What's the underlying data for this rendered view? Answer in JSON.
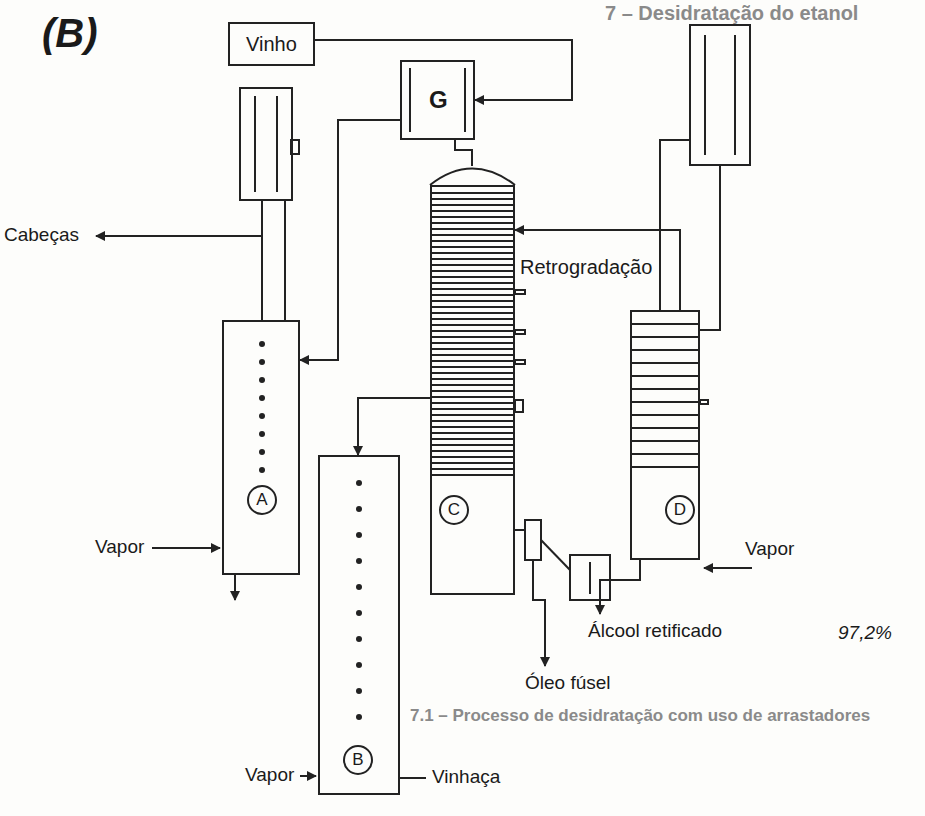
{
  "diagram": {
    "nodes": [
      {
        "text": [
          "Vinho"
        ]
      },
      {
        "text": [
          "G"
        ]
      },
      {
        "text": [
          "A"
        ]
      },
      {
        "text": [
          "C"
        ]
      },
      {
        "text": [
          "B"
        ]
      },
      {
        "text": [
          "D"
        ]
      }
    ],
    "edges": [
      {
        "from": 0,
        "to": 1,
        "arrow": "to"
      },
      {
        "from": 1,
        "to": 2,
        "arrow": "to"
      },
      {
        "from": 3,
        "to": 4,
        "arrow": "to"
      },
      {
        "from": 5,
        "to": 3,
        "arrow": "to"
      }
    ],
    "labels": [
      "(B)",
      "7 – Desidratação do etanol",
      "Cabeças",
      "Retrogradação",
      "Vapor",
      "Vapor",
      "Vapor",
      "Vinhaça",
      "Álcool retificado",
      "97,2%",
      "Óleo fúsel",
      "7.1 – Processo de desidratação com uso de arrastadores"
    ]
  }
}
